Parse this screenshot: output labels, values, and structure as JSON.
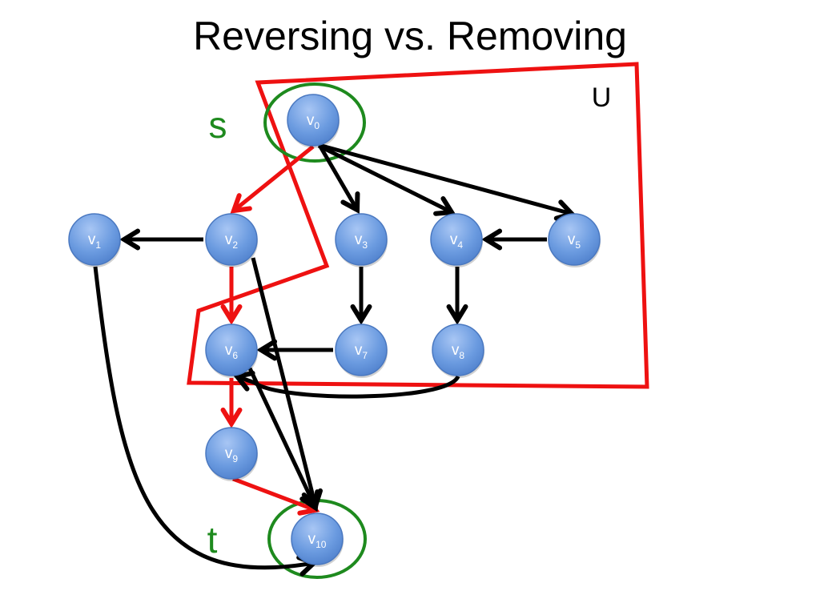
{
  "title": "Reversing vs. Removing",
  "region_label": "U",
  "source_label": "s",
  "sink_label": "t",
  "nodes": [
    {
      "id": "v0",
      "name": "v",
      "sub": "0"
    },
    {
      "id": "v1",
      "name": "v",
      "sub": "1"
    },
    {
      "id": "v2",
      "name": "v",
      "sub": "2"
    },
    {
      "id": "v3",
      "name": "v",
      "sub": "3"
    },
    {
      "id": "v4",
      "name": "v",
      "sub": "4"
    },
    {
      "id": "v5",
      "name": "v",
      "sub": "5"
    },
    {
      "id": "v6",
      "name": "v",
      "sub": "6"
    },
    {
      "id": "v7",
      "name": "v",
      "sub": "7"
    },
    {
      "id": "v8",
      "name": "v",
      "sub": "8"
    },
    {
      "id": "v9",
      "name": "v",
      "sub": "9"
    },
    {
      "id": "v10",
      "name": "v",
      "sub": "10"
    }
  ],
  "edges": [
    {
      "from": "v0",
      "to": "v2",
      "color": "red"
    },
    {
      "from": "v0",
      "to": "v3",
      "color": "black"
    },
    {
      "from": "v0",
      "to": "v4",
      "color": "black"
    },
    {
      "from": "v0",
      "to": "v5",
      "color": "black"
    },
    {
      "from": "v2",
      "to": "v1",
      "color": "black"
    },
    {
      "from": "v5",
      "to": "v4",
      "color": "black"
    },
    {
      "from": "v2",
      "to": "v6",
      "color": "red"
    },
    {
      "from": "v3",
      "to": "v7",
      "color": "black"
    },
    {
      "from": "v4",
      "to": "v8",
      "color": "black"
    },
    {
      "from": "v7",
      "to": "v6",
      "color": "black"
    },
    {
      "from": "v8",
      "to": "v6",
      "color": "black"
    },
    {
      "from": "v6",
      "to": "v9",
      "color": "red"
    },
    {
      "from": "v9",
      "to": "v10",
      "color": "red"
    },
    {
      "from": "v2",
      "to": "v10",
      "color": "black"
    },
    {
      "from": "v6",
      "to": "v10",
      "color": "black"
    },
    {
      "from": "v1",
      "to": "v10",
      "color": "black"
    }
  ],
  "colors": {
    "node_fill": "#6b9be0",
    "node_stroke": "#4a78c0",
    "node_text": "#ffffff",
    "red": "#ee1111",
    "black": "#000000",
    "green": "#1e8a1e"
  }
}
